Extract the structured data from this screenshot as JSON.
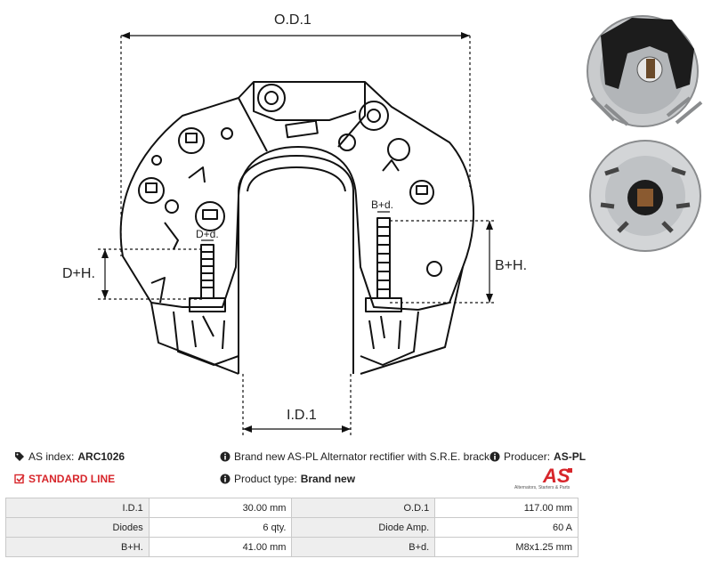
{
  "dimensions": {
    "od": "O.D.1",
    "id": "I.D.1",
    "dh": "D+H.",
    "bh": "B+H.",
    "dd": "D+d.",
    "bd": "B+d."
  },
  "info": {
    "as_index_label": "AS index:",
    "as_index_value": "ARC1026",
    "description": "Brand new AS-PL Alternator rectifier with S.R.E. bracket",
    "producer_label": "Producer:",
    "producer_value": "AS-PL",
    "line_label": "STANDARD LINE",
    "product_type_label": "Product type:",
    "product_type_value": "Brand new"
  },
  "logo": {
    "text": "AS",
    "tagline": "Alternators, Starters & Parts",
    "color": "#d7262b"
  },
  "specs": [
    {
      "label1": "I.D.1",
      "value1": "30.00 mm",
      "label2": "O.D.1",
      "value2": "117.00 mm"
    },
    {
      "label1": "Diodes",
      "value1": "6 qty.",
      "label2": "Diode Amp.",
      "value2": "60 A"
    },
    {
      "label1": "B+H.",
      "value1": "41.00 mm",
      "label2": "B+d.",
      "value2": "M8x1.25 mm"
    }
  ]
}
